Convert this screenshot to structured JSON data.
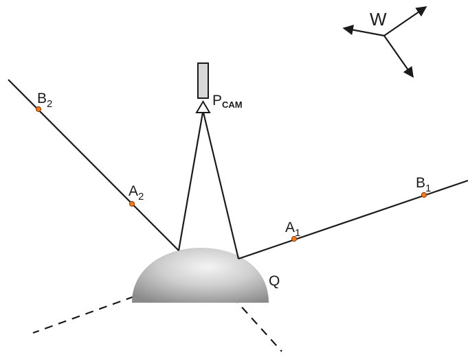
{
  "labels": {
    "world": "W",
    "camera_main": "P",
    "camera_sub": "CAM",
    "point_q": "Q",
    "a1_main": "A",
    "a1_sub": "1",
    "b1_main": "B",
    "b1_sub": "1",
    "a2_main": "A",
    "a2_sub": "2",
    "b2_main": "B",
    "b2_sub": "2"
  },
  "colors": {
    "line": "#1a1a1a",
    "point_fill": "#f07a1e",
    "point_stroke": "#8a3a00",
    "dome_light": "#f2f2f2",
    "dome_dark": "#8c8c8c"
  },
  "icons": {
    "world_frame": "axes-triad-icon",
    "camera": "camera-icon"
  }
}
